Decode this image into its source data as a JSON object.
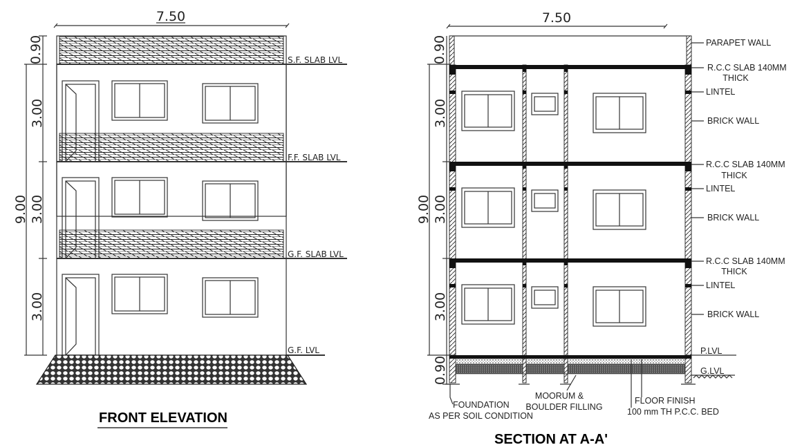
{
  "front_elevation": {
    "title": "FRONT ELEVATION",
    "width_dim": "7.50",
    "parapet_dim": "0.90",
    "total_height_dim": "9.00",
    "floor_dims": [
      "3.00",
      "3.00",
      "3.00"
    ],
    "levels": [
      "S.F. SLAB LVL",
      "F.F. SLAB LVL",
      "G.F. SLAB LVL",
      "G.F. LVL"
    ]
  },
  "section": {
    "title": "SECTION AT A-A'",
    "width_dim": "7.50",
    "parapet_dim": "0.90",
    "total_height_dim": "9.00",
    "floor_dims": [
      "3.00",
      "3.00",
      "3.00"
    ],
    "plinth_dim": "0.90",
    "labels": {
      "parapet": "PARAPET WALL",
      "slab_line1": "R.C.C SLAB 140MM",
      "slab_line2": "THICK",
      "lintel": "LINTEL",
      "brick": "BRICK WALL",
      "plinth_level": "P.LVL",
      "ground_level": "G.LVL",
      "foundation_line1": "FOUNDATION",
      "foundation_line2": "AS PER SOIL CONDITION",
      "moorum_line1": "MOORUM &",
      "moorum_line2": "BOULDER FILLING",
      "floor_line1": "FLOOR FINISH",
      "floor_line2": "100 mm TH P.C.C. BED"
    }
  }
}
